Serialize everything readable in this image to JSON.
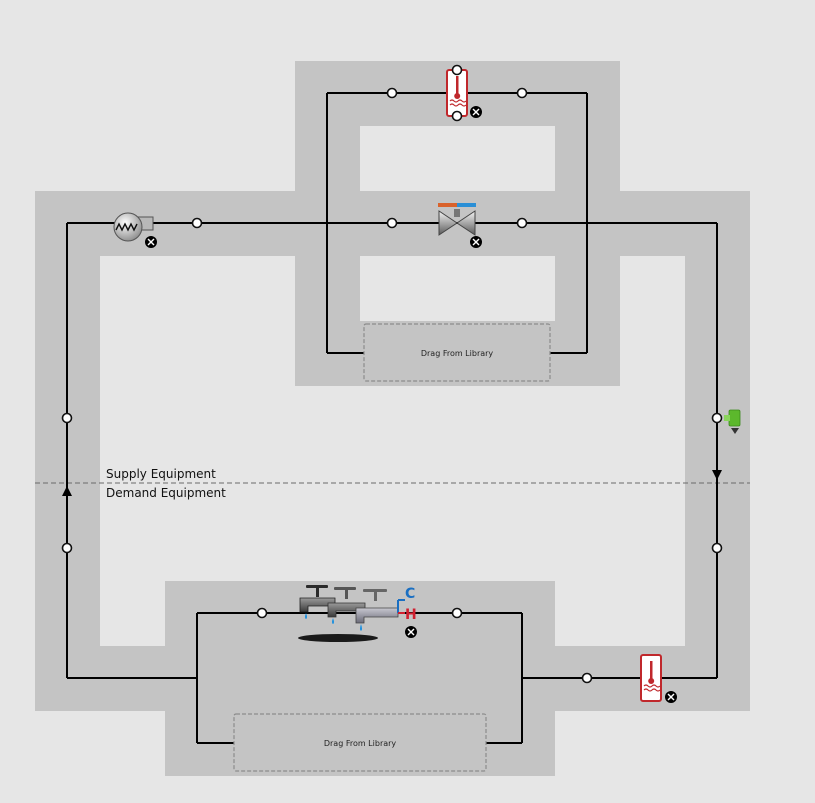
{
  "diagram": {
    "sections": {
      "supply_label": "Supply Equipment",
      "demand_label": "Demand Equipment"
    },
    "drop_zones": {
      "supply_drop_label": "Drag From Library",
      "demand_drop_label": "Drag From Library"
    },
    "water_connections": {
      "cold_label": "C",
      "hot_label": "H"
    },
    "components": [
      {
        "name": "water-heater-supply",
        "icon": "water-heater-icon"
      },
      {
        "name": "pump",
        "icon": "pump-icon"
      },
      {
        "name": "tempering-valve",
        "icon": "tempering-valve-icon"
      },
      {
        "name": "setpoint-manager",
        "icon": "setpoint-manager-icon"
      },
      {
        "name": "water-use-connections",
        "icon": "faucet-icon"
      },
      {
        "name": "water-heater-demand",
        "icon": "water-heater-icon"
      }
    ],
    "colors": {
      "canvas_bg": "#e6e6e6",
      "loop_band": "#c4c4c4",
      "pipe": "#000000",
      "cold": "#1a6fc2",
      "hot": "#d02030",
      "heater_red": "#c0282c",
      "setpoint_green": "#5cb82c"
    }
  }
}
